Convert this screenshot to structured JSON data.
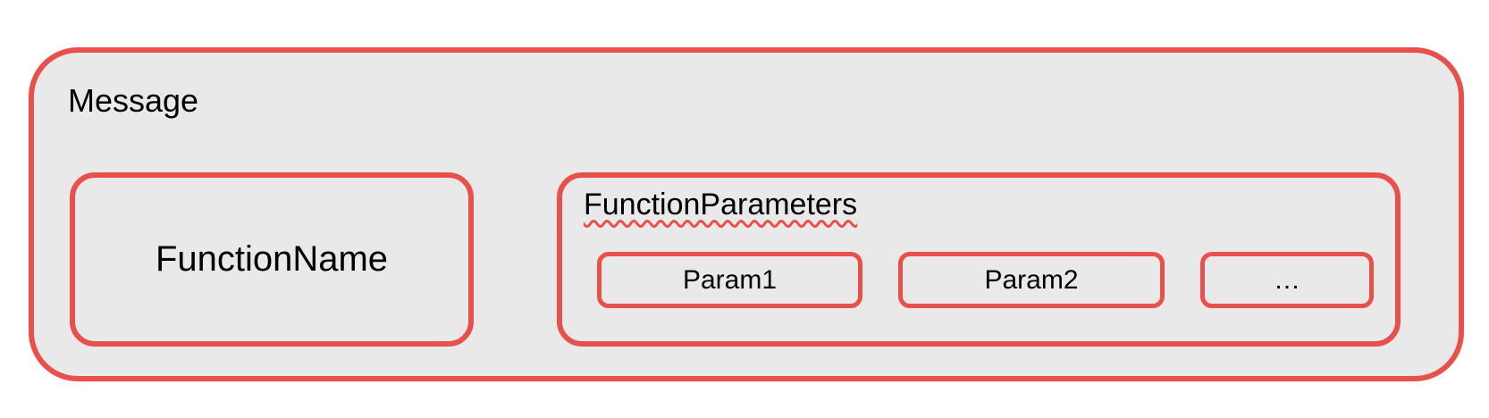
{
  "colors": {
    "accent_red": "#e8514b",
    "box_fill": "#e9e9e9",
    "text": "#000000",
    "page_background": "#ffffff"
  },
  "diagram": {
    "message": {
      "label": "Message"
    },
    "function_name": {
      "label": "FunctionName"
    },
    "function_parameters": {
      "label": "FunctionParameters",
      "params": [
        {
          "label": "Param1"
        },
        {
          "label": "Param2"
        },
        {
          "label": "…"
        }
      ]
    }
  }
}
